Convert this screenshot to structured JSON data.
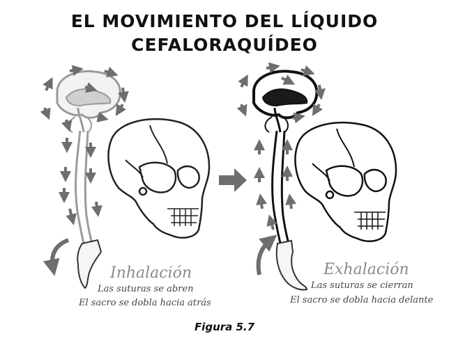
{
  "title_line1": "EL MOVIMIENTO DEL LÍQUIDO",
  "title_line2": "CEFALORAQUÍDEO",
  "left_panel": {
    "caption_title": "Inhalación",
    "caption_line1": "Las suturas se abren",
    "caption_line2": "El sacro se dobla hacia atrás"
  },
  "right_panel": {
    "caption_title": "Exhalación",
    "caption_line1": "Las suturas se cierran",
    "caption_line2": "El sacro se dobla hacia delante"
  },
  "figure_caption": "Figura 5.7",
  "colors": {
    "left_line": "#9a9a9a",
    "left_fill": "#d0d0d0",
    "right_line": "#111111",
    "right_fill": "#1a1a1a",
    "arrow": "#6e6e6e"
  }
}
